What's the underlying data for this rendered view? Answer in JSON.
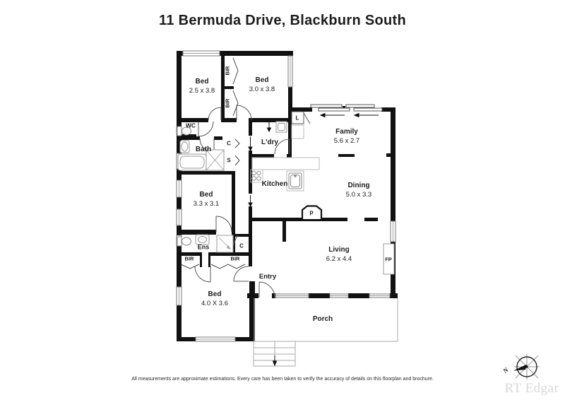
{
  "title": "11 Bermuda Drive, Blackburn South",
  "disclaimer": "All measurements are approximate estimations. Every care has been taken to verify the accuracy of details on this floorplan and brochure.",
  "watermark": "RT Edgar",
  "compass": {
    "north_label": "N"
  },
  "colors": {
    "wall": "#111111",
    "watermark_text": "#d9d9d9"
  },
  "rooms": {
    "bed1": {
      "name": "Bed",
      "dims": "2.5 x 3.8"
    },
    "bed2": {
      "name": "Bed",
      "dims": "3.0 x 3.8"
    },
    "bed3": {
      "name": "Bed",
      "dims": "3.3 x 3.1"
    },
    "bed4": {
      "name": "Bed",
      "dims": "4.0 X 3.6"
    },
    "family": {
      "name": "Family",
      "dims": "5.6 x 2.7"
    },
    "dining": {
      "name": "Dining",
      "dims": "5.0 x 3.3"
    },
    "living": {
      "name": "Living",
      "dims": "6.2 x 4.4"
    },
    "kitchen": {
      "name": "Kitchen"
    },
    "laundry": {
      "name": "L'dry"
    },
    "bath": {
      "name": "Bath"
    },
    "wc": {
      "name": "WC"
    },
    "ensuite": {
      "name": "Ens"
    },
    "entry": {
      "name": "Entry"
    },
    "porch": {
      "name": "Porch"
    }
  },
  "storage": {
    "built_in_robe": "BIR",
    "linen": "L",
    "cupboard": "C",
    "shower_or_storage": "S",
    "pantry": "P",
    "fireplace": "FP"
  }
}
